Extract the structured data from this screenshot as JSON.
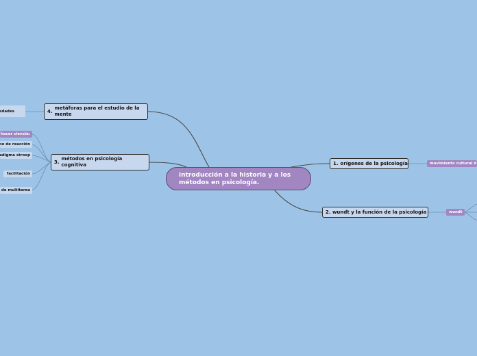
{
  "central": "introducción a la historia y a los métodos en psicología.",
  "branches": {
    "b1": {
      "num": "1.",
      "label": "orígenes de la psicología"
    },
    "b2": {
      "num": "",
      "label": "2. wundt y la función de la psicología"
    },
    "b3": {
      "num": "3.",
      "label": "métodos en psicología cognitiva"
    },
    "b4": {
      "num": "4.",
      "label": "metáforas para el estudio de la mente"
    }
  },
  "subtopics": {
    "movimiento": "movimiento  cultural d",
    "wundt": "wundt",
    "edades": "edades",
    "hacer_ciencia": "hacer ciencia:",
    "tiempo_reaccion": "po de reacción",
    "stroop": "adigma stroop",
    "facilitacion": "facilitación",
    "multitarea": "de multitarea"
  },
  "colors": {
    "background": "#9dc3e6",
    "central_fill": "#a286c2",
    "topic_fill": "#c7d8ee",
    "connector": "#4a4a4a"
  }
}
